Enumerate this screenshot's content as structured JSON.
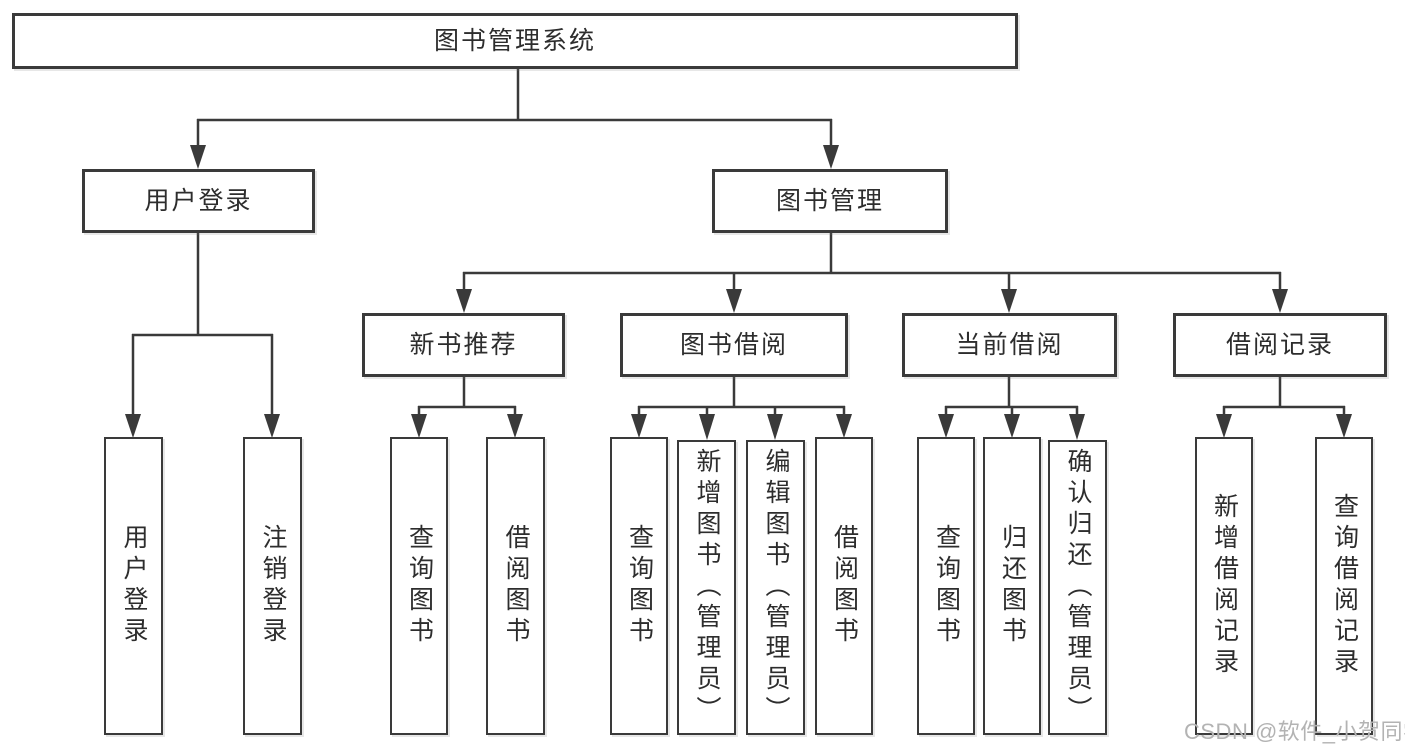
{
  "diagram_title": "图书管理系统",
  "colors": {
    "line": "#3a3a3a",
    "box_border": "#3a3a3a",
    "text": "#2d2d2d",
    "background": "#ffffff",
    "watermark": "#b3b3b3"
  },
  "tree": {
    "root": {
      "label": "图书管理系统"
    },
    "children": [
      {
        "label": "用户登录",
        "children": [
          {
            "label": "用户登录"
          },
          {
            "label": "注销登录"
          }
        ]
      },
      {
        "label": "图书管理",
        "children": [
          {
            "label": "新书推荐",
            "children": [
              {
                "label": "查询图书"
              },
              {
                "label": "借阅图书"
              }
            ]
          },
          {
            "label": "图书借阅",
            "children": [
              {
                "label": "查询图书"
              },
              {
                "label": "新增图书（管理员）"
              },
              {
                "label": "编辑图书（管理员）"
              },
              {
                "label": "借阅图书"
              }
            ]
          },
          {
            "label": "当前借阅",
            "children": [
              {
                "label": "查询图书"
              },
              {
                "label": "归还图书"
              },
              {
                "label": "确认归还（管理员）"
              }
            ]
          },
          {
            "label": "借阅记录",
            "children": [
              {
                "label": "新增借阅记录"
              },
              {
                "label": "查询借阅记录"
              }
            ]
          }
        ]
      }
    ]
  },
  "watermark": {
    "text": "CSDN @软件_小贺同学"
  }
}
